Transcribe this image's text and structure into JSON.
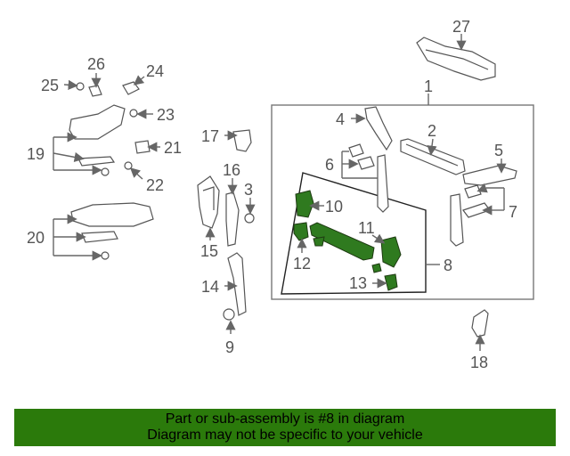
{
  "callouts": {
    "n1": "1",
    "n2": "2",
    "n3": "3",
    "n4": "4",
    "n5": "5",
    "n6": "6",
    "n7": "7",
    "n8": "8",
    "n9": "9",
    "n10": "10",
    "n11": "11",
    "n12": "12",
    "n13": "13",
    "n14": "14",
    "n15": "15",
    "n16": "16",
    "n17": "17",
    "n18": "18",
    "n19": "19",
    "n20": "20",
    "n21": "21",
    "n22": "22",
    "n23": "23",
    "n24": "24",
    "n25": "25",
    "n26": "26",
    "n27": "27"
  },
  "highlighted_assembly": "8",
  "colors": {
    "highlight": "#2f7a1f",
    "banner": "#2b7a0b",
    "line": "#666666"
  },
  "banner": {
    "line1": "Part or sub-assembly is #8 in diagram",
    "line2": "Diagram may not be specific to your vehicle"
  }
}
